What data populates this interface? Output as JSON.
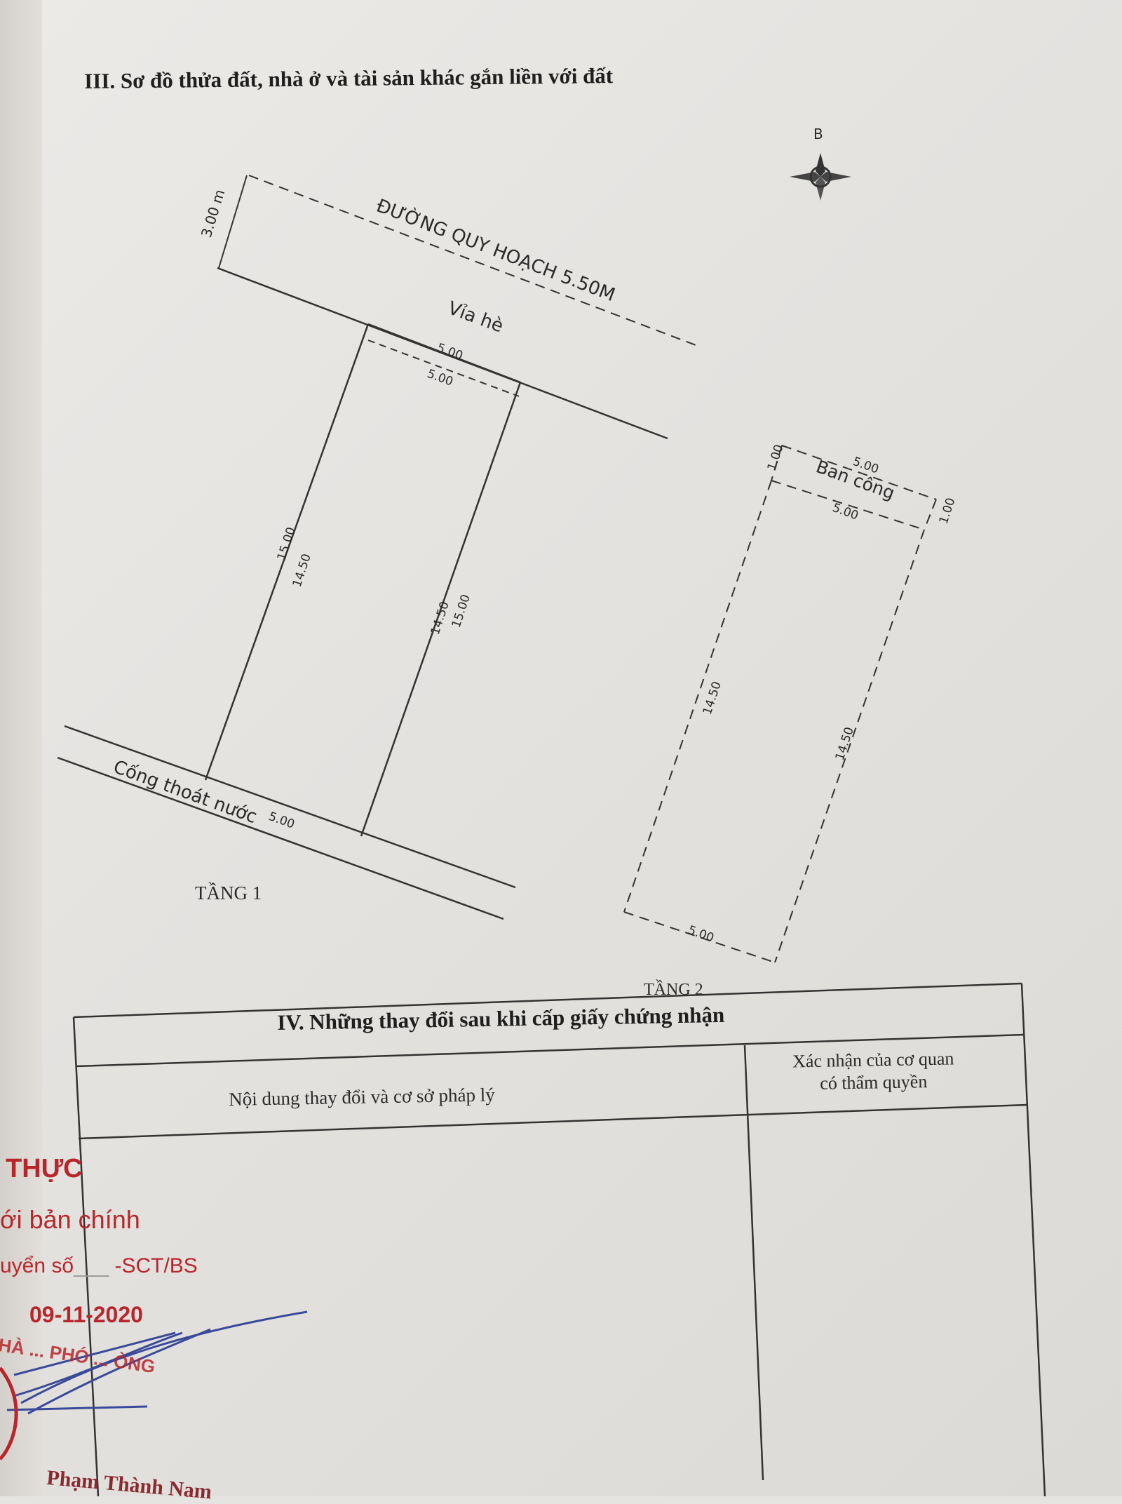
{
  "section_iii": {
    "title": "III. Sơ đồ thửa đất, nhà ở và tài sản khác gắn liền với đất",
    "compass_label": "B",
    "road_label": "ĐƯỜNG QUY HOẠCH 5.50M",
    "road_width": "3.00 m",
    "sidewalk_label": "Vỉa hè",
    "drain_label": "Cống thoát nước",
    "floor1": {
      "label": "TẦNG 1",
      "top_outer": "5.00",
      "top_inner": "5.00",
      "left_outer": "15.00",
      "left_inner": "14.50",
      "right_inner": "14.50",
      "right_outer": "15.00",
      "bottom": "5.00"
    },
    "floor2": {
      "label": "TẦNG 2",
      "balcony_label": "Ban công",
      "balcony_top": "5.00",
      "balcony_bottom": "5.00",
      "balcony_left": "1.00",
      "balcony_right": "1.00",
      "left_side": "14.50",
      "right_side": "14.50",
      "bottom": "5.00"
    }
  },
  "section_iv": {
    "title": "IV. Những thay đổi sau khi cấp giấy chứng nhận",
    "col_left": "Nội dung thay đổi và cơ sở pháp lý",
    "col_right_line1": "Xác nhận của cơ quan",
    "col_right_line2": "có thẩm quyền"
  },
  "stamp": {
    "line1": "THỰC",
    "line2": "ới bản chính",
    "line3_prefix": "uyển số",
    "line3_suffix": "-SCT/BS",
    "date": "09-11-2020",
    "line5": "HÀ ... PHÓ ... ÒNG",
    "signer": "Phạm Thành Nam"
  },
  "colors": {
    "ink": "#2a2a2a",
    "stamp_red": "#b8262c",
    "signature_blue": "#3a4a9a"
  }
}
